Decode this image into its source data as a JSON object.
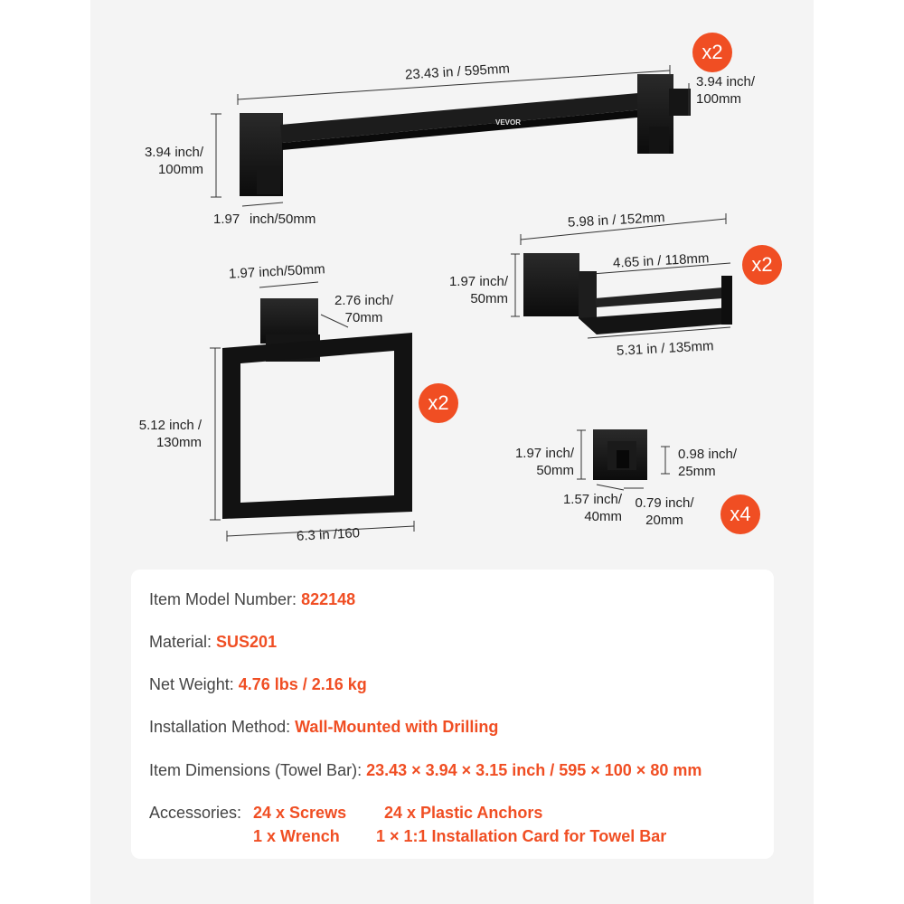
{
  "badges": {
    "towel_bar": "x2",
    "paper_holder": "x2",
    "towel_ring": "x2",
    "robe_hook": "x4"
  },
  "brand_logo_text": "VEVOR",
  "towel_bar": {
    "length": "23.43 in / 595mm",
    "height": "3.94 inch/\n100mm",
    "projection": "3.94 inch/\n100mm",
    "base_width_a": "1.97",
    "base_width_b": "inch/50mm"
  },
  "paper_holder": {
    "length": "5.98 in / 152mm",
    "height": "1.97 inch/\n50mm",
    "arm_length": "4.65 in / 118mm",
    "depth": "5.31 in / 135mm"
  },
  "towel_ring": {
    "base_width": "1.97 inch/50mm",
    "projection": "2.76 inch/\n70mm",
    "height": "5.12 inch /\n130mm",
    "width": "6.3 in /160"
  },
  "robe_hook": {
    "height": "1.97 inch/\n50mm",
    "hook_height": "0.98 inch/\n25mm",
    "depth": "1.57 inch/\n40mm",
    "hook_depth": "0.79 inch/\n20mm"
  },
  "specs": [
    {
      "label": "Item Model Number: ",
      "value": "822148"
    },
    {
      "label": "Material: ",
      "value": "SUS201"
    },
    {
      "label": "Net Weight: ",
      "value": "4.76 lbs / 2.16 kg"
    },
    {
      "label": "Installation Method: ",
      "value": "Wall-Mounted with Drilling"
    },
    {
      "label": "Item Dimensions (Towel Bar): ",
      "value": "23.43 × 3.94 × 3.15 inch / 595 × 100 × 80 mm"
    }
  ],
  "accessories": {
    "label": "Accessories:",
    "items": [
      "24 x Screws",
      "24 x Plastic Anchors",
      "1 x Wrench",
      "1 × 1:1 Installation Card for Towel Bar"
    ]
  },
  "colors": {
    "accent": "#f04e23",
    "product": "#111111",
    "background": "#f4f4f4"
  }
}
